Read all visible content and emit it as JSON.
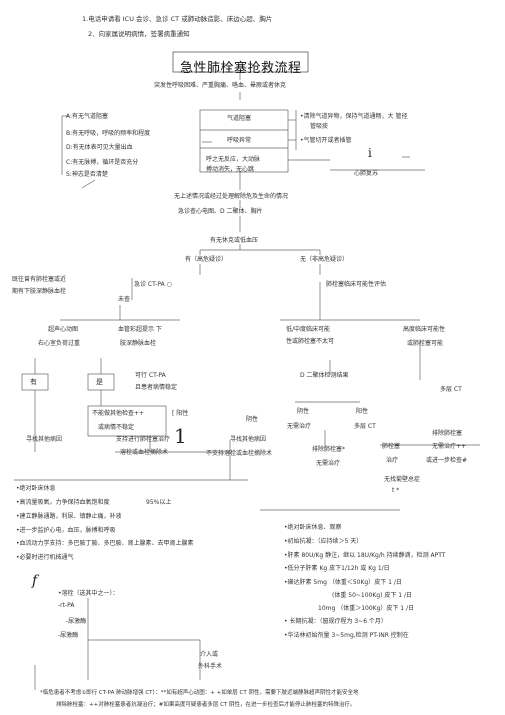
{
  "header": {
    "note1": "1.电话申请看 ICU 会诊、急诊 CT 或肺动脉造影、床边心超、胸片",
    "note2": "2．向家属说明病情，签署病重通知"
  },
  "title": "急性肺栓塞抢救流程",
  "symptoms": "突发性呼吸困难、严重胸痛、咯血、晕厥或者休克",
  "checks": {
    "a": "A:有无气道阻塞",
    "b": "B:有无呼吸，呼吸的频率和程度",
    "d": "D:有无体表可见大量出血",
    "c": "C:有无脉搏，循环是否充分",
    "s": "S:神志是否清楚"
  },
  "mid_boxes": {
    "airway": "气道阻塞",
    "breathing": "呼吸异常",
    "cardiac1": "呼之无反应，大动脉",
    "cardiac2": "搏动消失，无心跳"
  },
  "actions": {
    "airway1": "•清除气道异物，保持气道通畅，大 管径",
    "airway2": "管吸痰",
    "oxygen": "•气管切开或者插管",
    "cpr": "心肺复苏",
    "mark_i": "i"
  },
  "stable": "无上述情况或经过处理解除危及生命的情况",
  "urgent": "急诊查心电图、D 二聚体、胸片",
  "shock_q": "有无休克或低血压",
  "shock_yes": "有（高危疑诊）",
  "shock_no": "无（非高危疑诊）",
  "left_notes": {
    "l1": "既往曾有肺栓塞或近",
    "l2": "期有下肢深静脉血栓"
  },
  "ct": {
    "urgent_ct": "急诊 CT-PA ○",
    "unavailable": "未查",
    "echo1": "超声心动图",
    "echo2": "右心室负荷过重",
    "other1": "血管彩超提示 下",
    "other2": "肢深静脉血栓",
    "yes": "有",
    "no": "是",
    "feasible1": "可行 CT-PA",
    "feasible2": "且患者病情稳定",
    "unstable1": "不能做其他检查++",
    "unstable2": "或病情不稳定",
    "positive": "[ 阳性",
    "big_1": "1"
  },
  "nonhigh": {
    "assess": "肺栓塞临床可能性评估",
    "low1": "低/中度临床可能",
    "low2": "性或肺栓塞不太可",
    "high1": "高度临床可能性",
    "high2": "或肺栓塞可能",
    "ddimer": "D 二聚体检测结果",
    "multi_ct": "多层 CT",
    "negative": "阴性",
    "neg2": "阴性",
    "no_treat": "无需治疗",
    "pos": "阳性",
    "multi_ct2": "多层 CT",
    "pe_check": "排除肺栓塞*",
    "no_treat2": "无需治疗",
    "pe": "肺栓塞",
    "treat": "治疗",
    "check_pe": "排除肺栓塞",
    "no_treat3": "无需治疗++",
    "further": "或进一步检查#",
    "pe_ind1": "无找菊壁总症",
    "pe_ind2": "t *"
  },
  "outcomes": {
    "other_cause": "寻找其他病因",
    "support1": "支持进行肺栓塞治疗",
    "support2": "溶栓或血栓摘除术",
    "search": "寻找其他病因",
    "no_thrombo": "不支持溶栓或血栓摘除术"
  },
  "care_left": [
    "•绝对卧床休息",
    "•高流量吸氧，力争保持血氧饱和度",
    "•建立静脉通路，利尿、镇静止痛，补液",
    "•进一步监护心电，血压，脉搏和呼吸",
    "•血流动力学支持：多巴胺丁胺、多巴胺、肾上腺素、去甲肾上腺素",
    "•必要时进行机械通气"
  ],
  "spo2": "95%以上",
  "thrombo": {
    "f": "f",
    "t1": "•溶栓（选其中之一）：",
    "t2": "-rt-PA",
    "t3": "-尿激酶",
    "t4": "-尿激酶",
    "surgery1": "介入或",
    "surgery2": "外科手术"
  },
  "care_right": [
    "•绝对卧床休息、观察",
    "•初始抗凝：（应持续＞5 天）",
    "•肝素 80U/Kg 静注，继以 18U/Kg/h 持续静滴，检测 APTT",
    "•低分子肝素 Kg 皮下1/12h 或 Kg 1/日",
    "•磺达肝素 5mg （体重＜50Kg）皮下 1 /日",
    "(体重 50~100Kg) 皮下 1 /日",
    "10mg （体重＞100Kg）皮下 1 /日",
    "• 长期抗凝：（窗规疗程为 3~6 个月）",
    "•华法林初始剂量 3~5mg,检测 PT-INR 控制在"
  ],
  "footer": {
    "f1": "*临危患者不考虑①即行 CT-PA 肺动脉增强 CT）：**如有超声心动图：+ +如单层 CT 阴性，需要下肢近端静脉超声阴性才能安全地",
    "f2": "排除肺栓塞：++对肺栓塞患者抗凝治疗；#如果高度可疑患者多层 CT 阴性，在进一步检查后才能停止肺栓塞的特殊治疗。"
  }
}
